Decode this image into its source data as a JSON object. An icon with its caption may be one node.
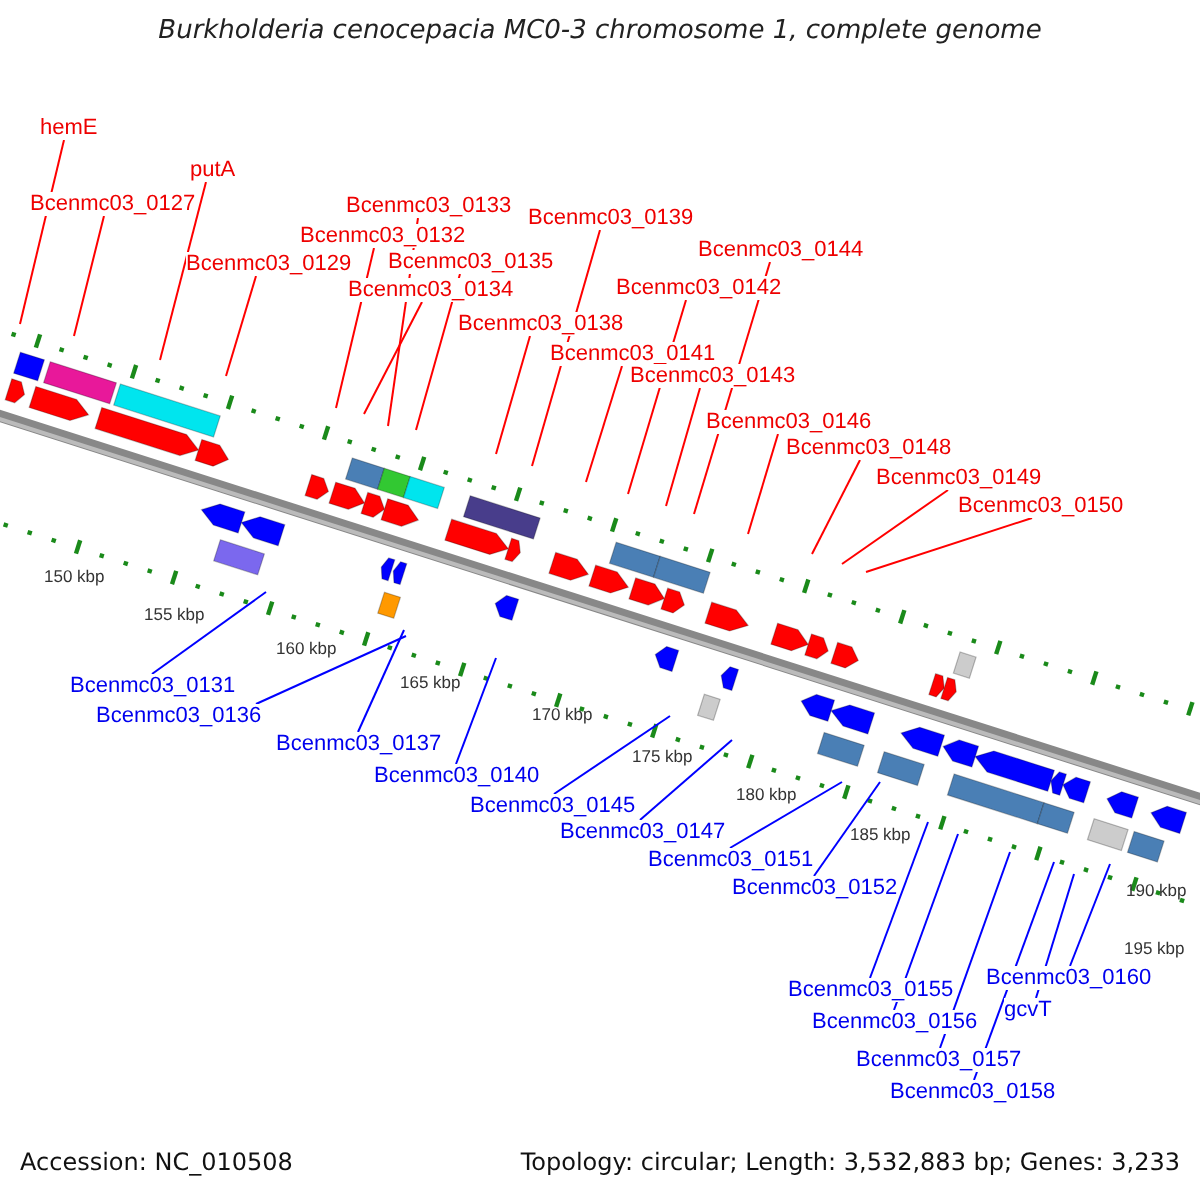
{
  "diagram": {
    "title": "Burkholderia cenocepacia MC0-3 chromosome 1, complete genome",
    "nodes": [
      {
        "text": [
          "hemE"
        ]
      },
      {
        "text": [
          "Bcenmc03_0127"
        ]
      },
      {
        "text": [
          "putA"
        ]
      },
      {
        "text": [
          "Bcenmc03_0129"
        ]
      },
      {
        "text": [
          "Bcenmc03_0133"
        ]
      },
      {
        "text": [
          "Bcenmc03_0132"
        ]
      },
      {
        "text": [
          "Bcenmc03_0135"
        ]
      },
      {
        "text": [
          "Bcenmc03_0134"
        ]
      },
      {
        "text": [
          "Bcenmc03_0139"
        ]
      },
      {
        "text": [
          "Bcenmc03_0138"
        ]
      },
      {
        "text": [
          "Bcenmc03_0144"
        ]
      },
      {
        "text": [
          "Bcenmc03_0142"
        ]
      },
      {
        "text": [
          "Bcenmc03_0141"
        ]
      },
      {
        "text": [
          "Bcenmc03_0143"
        ]
      },
      {
        "text": [
          "Bcenmc03_0146"
        ]
      },
      {
        "text": [
          "Bcenmc03_0148"
        ]
      },
      {
        "text": [
          "Bcenmc03_0149"
        ]
      },
      {
        "text": [
          "Bcenmc03_0150"
        ]
      },
      {
        "text": [
          "Bcenmc03_0131"
        ]
      },
      {
        "text": [
          "Bcenmc03_0136"
        ]
      },
      {
        "text": [
          "Bcenmc03_0137"
        ]
      },
      {
        "text": [
          "Bcenmc03_0140"
        ]
      },
      {
        "text": [
          "Bcenmc03_0145"
        ]
      },
      {
        "text": [
          "Bcenmc03_0147"
        ]
      },
      {
        "text": [
          "Bcenmc03_0151"
        ]
      },
      {
        "text": [
          "Bcenmc03_0152"
        ]
      },
      {
        "text": [
          "Bcenmc03_0155"
        ]
      },
      {
        "text": [
          "Bcenmc03_0156"
        ]
      },
      {
        "text": [
          "Bcenmc03_0160"
        ]
      },
      {
        "text": [
          "gcvT"
        ]
      },
      {
        "text": [
          "Bcenmc03_0157"
        ]
      },
      {
        "text": [
          "Bcenmc03_0158"
        ]
      }
    ],
    "edges": [
      {
        "from": 0,
        "to": null,
        "arrow": "none"
      },
      {
        "from": 1,
        "to": null,
        "arrow": "none"
      },
      {
        "from": 2,
        "to": null,
        "arrow": "none"
      },
      {
        "from": 3,
        "to": null,
        "arrow": "none"
      },
      {
        "from": 4,
        "to": null,
        "arrow": "none"
      },
      {
        "from": 5,
        "to": null,
        "arrow": "none"
      },
      {
        "from": 6,
        "to": null,
        "arrow": "none"
      },
      {
        "from": 7,
        "to": null,
        "arrow": "none"
      },
      {
        "from": 8,
        "to": null,
        "arrow": "none"
      },
      {
        "from": 9,
        "to": null,
        "arrow": "none"
      },
      {
        "from": 10,
        "to": null,
        "arrow": "none"
      },
      {
        "from": 11,
        "to": null,
        "arrow": "none"
      },
      {
        "from": 12,
        "to": null,
        "arrow": "none"
      },
      {
        "from": 13,
        "to": null,
        "arrow": "none"
      },
      {
        "from": 14,
        "to": null,
        "arrow": "none"
      },
      {
        "from": 15,
        "to": null,
        "arrow": "none"
      },
      {
        "from": 16,
        "to": null,
        "arrow": "none"
      },
      {
        "from": 17,
        "to": null,
        "arrow": "none"
      },
      {
        "from": 18,
        "to": null,
        "arrow": "none",
        "color": "#0000ff"
      },
      {
        "from": 19,
        "to": null,
        "arrow": "none",
        "color": "#0000ff"
      },
      {
        "from": 20,
        "to": null,
        "arrow": "none",
        "color": "#0000ff"
      },
      {
        "from": 21,
        "to": null,
        "arrow": "none",
        "color": "#0000ff"
      },
      {
        "from": 22,
        "to": null,
        "arrow": "none",
        "color": "#0000ff"
      },
      {
        "from": 23,
        "to": null,
        "arrow": "none",
        "color": "#0000ff"
      },
      {
        "from": 24,
        "to": null,
        "arrow": "none",
        "color": "#0000ff"
      },
      {
        "from": 25,
        "to": null,
        "arrow": "none",
        "color": "#0000ff"
      },
      {
        "from": 26,
        "to": null,
        "arrow": "none",
        "color": "#0000ff"
      },
      {
        "from": 27,
        "to": null,
        "arrow": "none",
        "color": "#0000ff"
      },
      {
        "from": 28,
        "to": null,
        "arrow": "none",
        "color": "#0000ff"
      },
      {
        "from": 29,
        "to": null,
        "arrow": "none",
        "color": "#0000ff"
      },
      {
        "from": 30,
        "to": null,
        "arrow": "none",
        "color": "#0000ff"
      },
      {
        "from": 31,
        "to": null,
        "arrow": "none",
        "color": "#0000ff"
      }
    ],
    "labels": [
      "150 kbp",
      "155 kbp",
      "160 kbp",
      "165 kbp",
      "170 kbp",
      "175 kbp",
      "180 kbp",
      "185 kbp",
      "190 kbp",
      "195 kbp",
      "Accession: NC_010508",
      "Topology: circular; Length: 3,532,883 bp; Genes: 3,233"
    ]
  }
}
